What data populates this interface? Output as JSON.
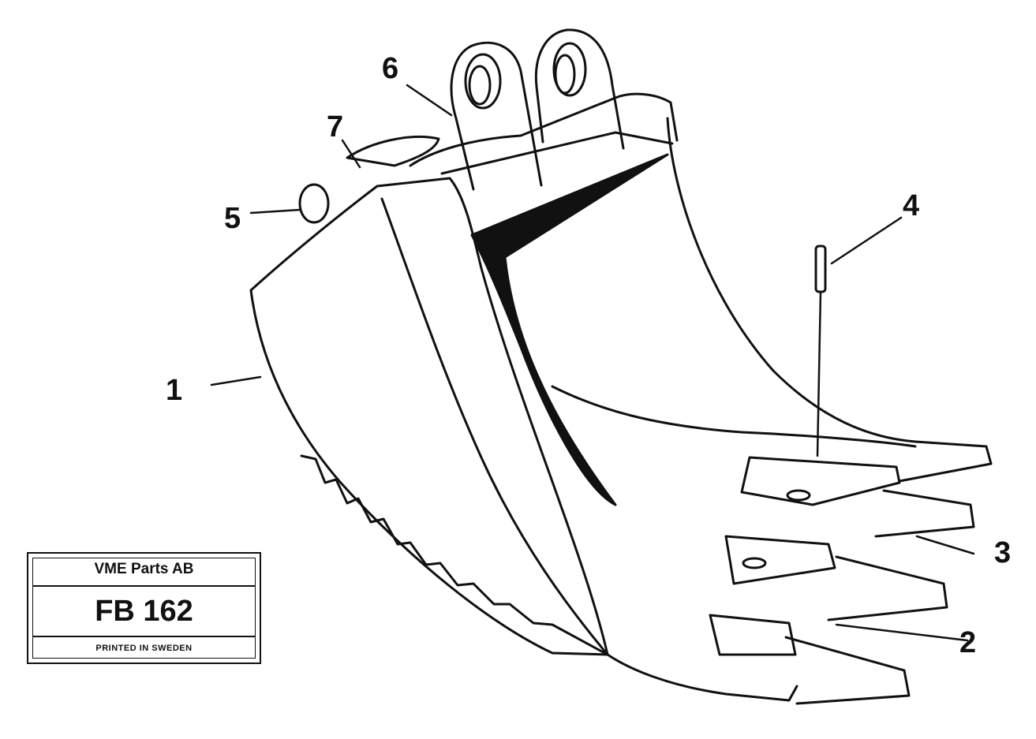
{
  "callouts": {
    "c1": "1",
    "c2": "2",
    "c3": "3",
    "c4": "4",
    "c5": "5",
    "c6": "6",
    "c7": "7"
  },
  "plate": {
    "company": "VME Parts AB",
    "code": "FB 162",
    "printed": "PRINTED IN SWEDEN"
  }
}
